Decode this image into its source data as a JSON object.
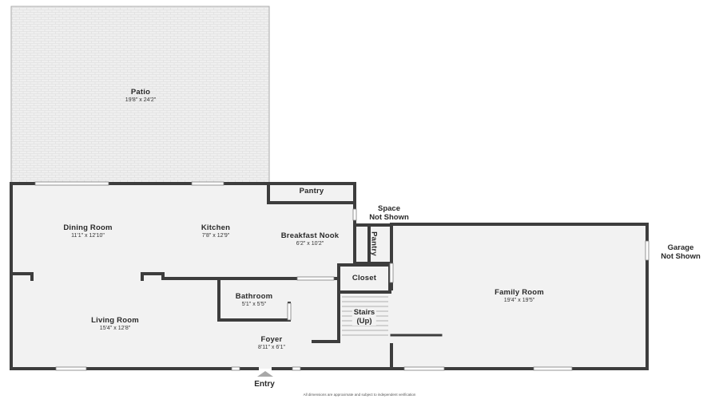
{
  "rooms": {
    "patio": {
      "name": "Patio",
      "dims": "19'8\" x 24'2\""
    },
    "dining": {
      "name": "Dining Room",
      "dims": "11'1\" x 12'10\""
    },
    "kitchen": {
      "name": "Kitchen",
      "dims": "7'8\" x 12'9\""
    },
    "pantry_top": {
      "name": "Pantry"
    },
    "breakfast": {
      "name": "Breakfast Nook",
      "dims": "6'2\" x 10'2\""
    },
    "pantry_side": {
      "name": "Pantry"
    },
    "closet": {
      "name": "Closet"
    },
    "bathroom": {
      "name": "Bathroom",
      "dims": "5'1\" x 5'5\""
    },
    "stairs": {
      "name": "Stairs",
      "sub": "(Up)"
    },
    "living": {
      "name": "Living Room",
      "dims": "15'4\" x 12'8\""
    },
    "foyer": {
      "name": "Foyer",
      "dims": "8'11\" x 6'1\""
    },
    "family": {
      "name": "Family Room",
      "dims": "19'4\" x 19'5\""
    }
  },
  "notes": {
    "space": {
      "line1": "Space",
      "line2": "Not Shown"
    },
    "garage": {
      "line1": "Garage",
      "line2": "Not Shown"
    }
  },
  "entry_label": "Entry",
  "disclaimer": "All dimensions are approximate and subject to independent verification",
  "colors": {
    "wall": "#3d3d3d",
    "floor": "#f2f2f2",
    "patio": "#ececec"
  }
}
